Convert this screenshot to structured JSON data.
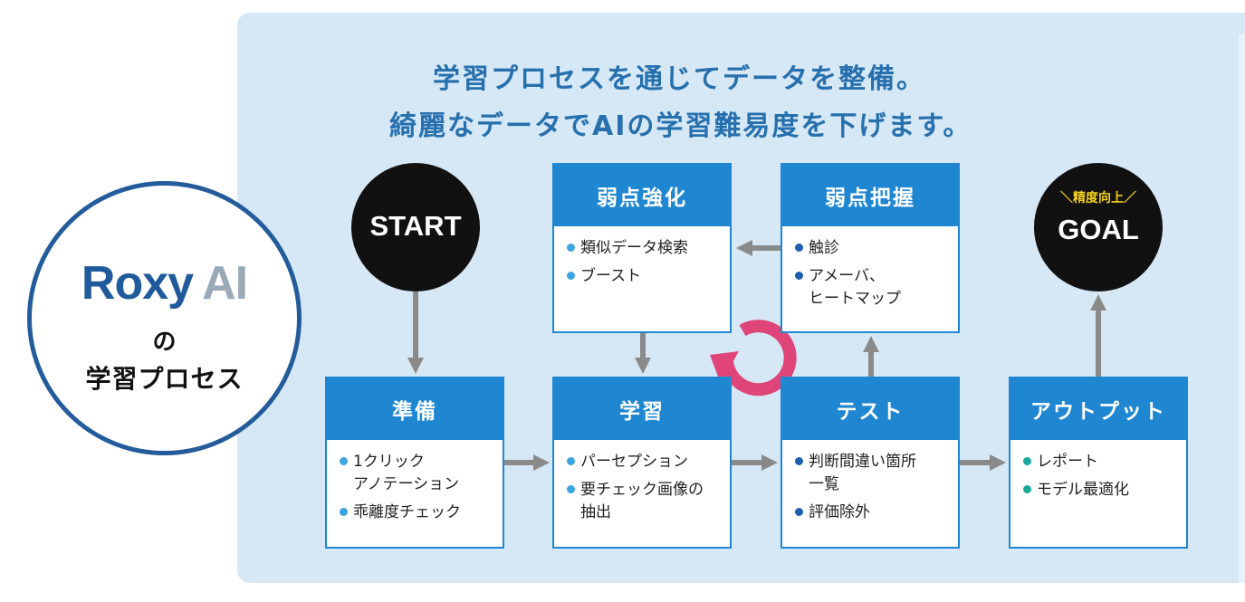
{
  "headline": {
    "line1": "学習プロセスを通じてデータを整備。",
    "line2": "綺麗なデータでAIの学習難易度を下げます。"
  },
  "logo": {
    "brand_main": "Roxy",
    "brand_ai": "AI",
    "sub1": "の",
    "sub2": "学習プロセス"
  },
  "start": {
    "label": "START"
  },
  "goal": {
    "tag": "＼精度向上／",
    "label": "GOAL"
  },
  "boxes": {
    "junbi": {
      "title": "準備",
      "items": [
        "1クリック\nアノテーション",
        "乖離度チェック"
      ]
    },
    "gakushu": {
      "title": "学習",
      "items": [
        "パーセプション",
        "要チェック画像の\n抽出"
      ]
    },
    "test": {
      "title": "テスト",
      "items": [
        "判断間違い箇所\n一覧",
        "評価除外"
      ]
    },
    "output": {
      "title": "アウトプット",
      "items": [
        "レポート",
        "モデル最適化"
      ]
    },
    "kyoka": {
      "title": "弱点強化",
      "items": [
        "類似データ検索",
        "ブースト"
      ]
    },
    "haaku": {
      "title": "弱点把握",
      "items": [
        "触診",
        "アメーバ、\nヒートマップ"
      ]
    }
  },
  "colors": {
    "panel": "#d6e8f6",
    "box_header": "#1f86d2",
    "arrow": "#8a8a8a",
    "cycle": "#e0457a",
    "headline": "#2670ad"
  }
}
